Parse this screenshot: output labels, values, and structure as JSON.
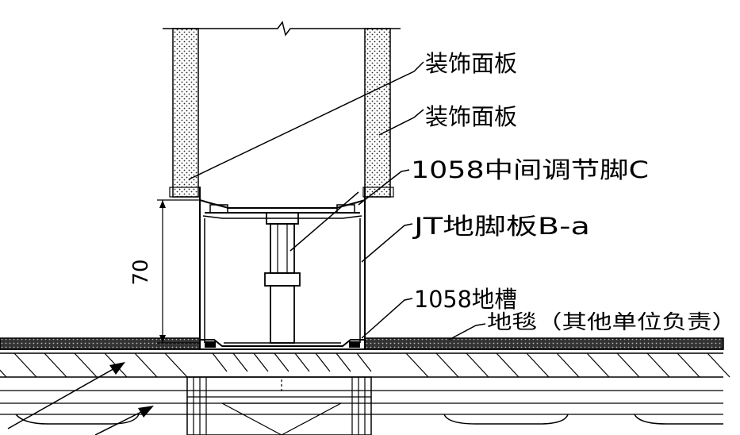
{
  "labels": {
    "panel_1": "装饰面板",
    "panel_2": "装饰面板",
    "adjust_foot": "1058中间调节脚C",
    "skirting": "JT地脚板B-a",
    "floor_groove": "1058地槽",
    "carpet": "地毯（其他单位负责）"
  },
  "dimension": {
    "height": "70"
  }
}
